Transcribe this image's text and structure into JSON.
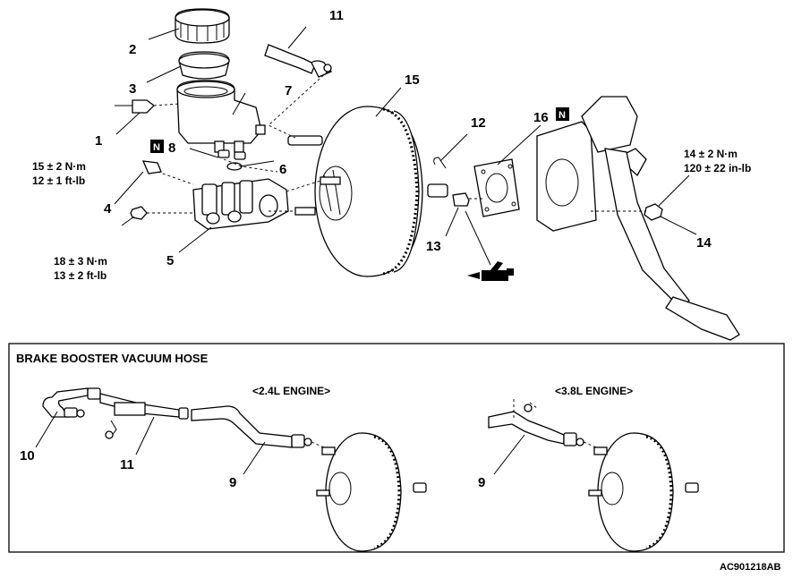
{
  "callouts": {
    "c1": "1",
    "c2": "2",
    "c3": "3",
    "c4": "4",
    "c5": "5",
    "c6": "6",
    "c7": "7",
    "c8": "8",
    "c9a": "9",
    "c9b": "9",
    "c10": "10",
    "c11_top": "11",
    "c11_bottom": "11",
    "c12": "12",
    "c13": "13",
    "c14": "14",
    "c15": "15",
    "c16": "16"
  },
  "badges": {
    "n8": "N",
    "n16": "N"
  },
  "torque_specs": {
    "t4_nm": "15 ± 2 N·m",
    "t4_ftlb": "12 ± 1 ft-lb",
    "t5_nm": "18 ± 3 N·m",
    "t5_ftlb": "13 ± 2 ft-lb",
    "t14_nm": "14 ± 2 N·m",
    "t14_inlb": "120 ± 22 in-lb"
  },
  "inset": {
    "title": "BRAKE BOOSTER VACUUM HOSE",
    "engine_a": "<2.4L ENGINE>",
    "engine_b": "<3.8L ENGINE>"
  },
  "figure_id": "AC901218AB",
  "icons": [
    "grease-gun-icon",
    "n-replace-badge-icon"
  ]
}
